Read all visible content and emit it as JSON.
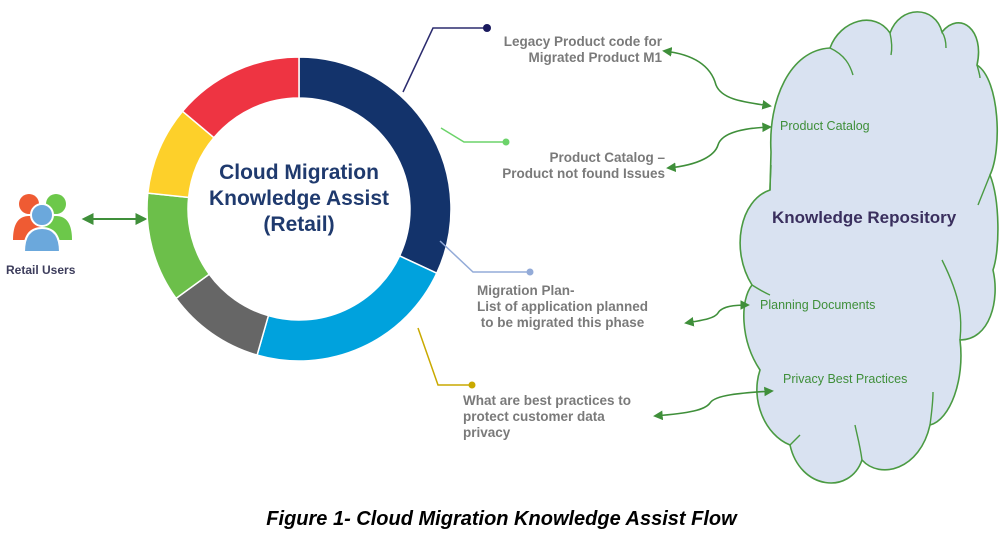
{
  "users": {
    "label": "Retail Users",
    "icon": "users-group-icon"
  },
  "center": {
    "title_lines": [
      "Cloud Migration",
      "Knowledge Assist",
      "(Retail)"
    ],
    "ring_segments": [
      {
        "name": "navy",
        "color": "#13336b",
        "start_deg": 0,
        "end_deg": 115
      },
      {
        "name": "light-blue",
        "color": "#00a2dd",
        "start_deg": 115,
        "end_deg": 196
      },
      {
        "name": "gray",
        "color": "#666666",
        "start_deg": 196,
        "end_deg": 234
      },
      {
        "name": "green",
        "color": "#6cbf4a",
        "start_deg": 234,
        "end_deg": 276
      },
      {
        "name": "yellow",
        "color": "#fdd02a",
        "start_deg": 276,
        "end_deg": 310
      },
      {
        "name": "red",
        "color": "#ee3442",
        "start_deg": 310,
        "end_deg": 360
      }
    ]
  },
  "queries": [
    {
      "lines": [
        "Legacy Product code for",
        "Migrated Product M1"
      ],
      "callout_color": "#2b2b6e"
    },
    {
      "lines": [
        "Product Catalog –",
        "Product not found Issues"
      ],
      "callout_color": "#6cd36a"
    },
    {
      "lines": [
        "Migration Plan-",
        "List of application planned",
        " to be migrated this phase"
      ],
      "callout_color": "#93abd8"
    },
    {
      "lines": [
        "What are best practices to",
        "protect customer data",
        "privacy"
      ],
      "callout_color": "#c9a900"
    }
  ],
  "repository": {
    "title": "Knowledge Repository",
    "items": [
      "Product Catalog",
      "Planning Documents",
      "Privacy Best Practices"
    ],
    "fill": "#d9e2f1",
    "stroke": "#4a9a42"
  },
  "arrow_color": "#3f8f3a",
  "caption": "Figure 1- Cloud Migration Knowledge Assist Flow"
}
